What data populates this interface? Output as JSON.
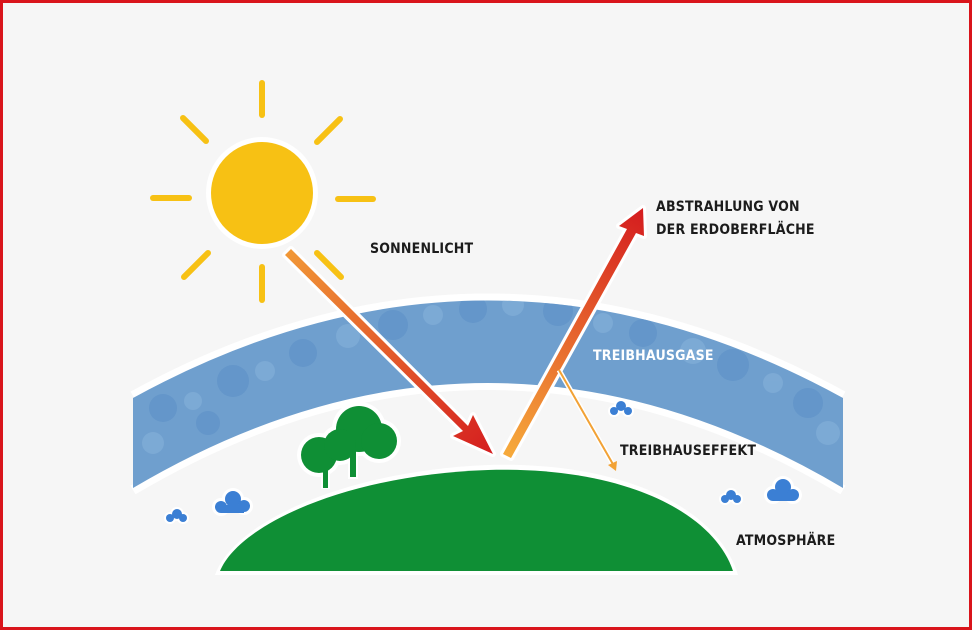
{
  "labels": {
    "sunlight": "SONNENLICHT",
    "emission_line1": "ABSTRAHLUNG VON",
    "emission_line2": "DER ERDOBERFLÄCHE",
    "greenhouse_gases": "TREIBHAUSGASE",
    "greenhouse_effect": "TREIBHAUSEFFEKT",
    "atmosphere": "ATMOSPHÄRE"
  },
  "colors": {
    "frame_border": "#d9141b",
    "background": "#f6f6f6",
    "sun": "#f7c114",
    "sun_rays": "#f7c114",
    "gas_band": "#6f9fce",
    "earth": "#0f8f35",
    "cloud": "#3b7fd4",
    "arrow_start": "#f39a32",
    "arrow_end": "#d51e1f"
  }
}
